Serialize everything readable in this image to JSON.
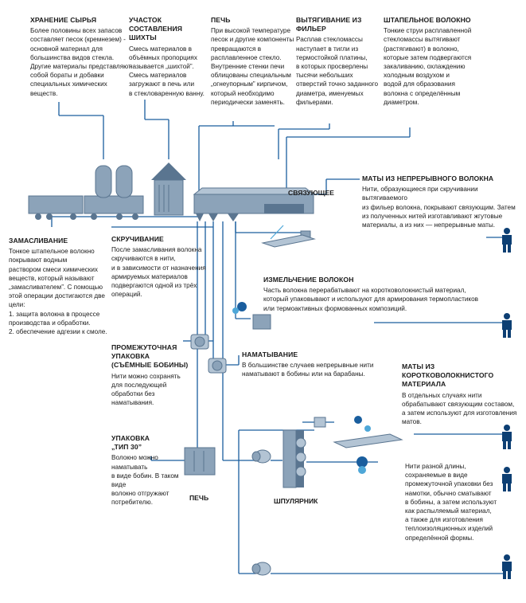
{
  "colors": {
    "line": "#1a5e9e",
    "equipment": "#8ca3b9",
    "equipment_dark": "#5a7590",
    "person": "#0d3f73",
    "accent": "#4ea7d8"
  },
  "blocks": {
    "raw_storage": {
      "title": "ХРАНЕНИЕ СЫРЬЯ",
      "text": "Более половины всех запасов\nсоставляет песок (кремнезем) -\nосновной материал для\nбольшинства видов стекла.\nДругие материалы представляют\nсобой бораты и добавки\nспециальных химических\nвеществ."
    },
    "batching": {
      "title": "УЧАСТОК СОСТАВЛЕНИЯ\nШИХТЫ",
      "text": "Смесь материалов в\nобъёмных пропорциях\nназывается „шихтой”.\nСмесь материалов\nзагружают в печь или\nв стекловаренную ванну."
    },
    "furnace_top": {
      "title": "ПЕЧЬ",
      "text": "При высокой температуре\nпесок и другие компоненты\nпревращаются в\nрасплавленное стекло.\nВнутренние стенки печи\nоблицованы специальным\n„огнеупорным” кирпичом,\nкоторый необходимо\nпериодически заменять."
    },
    "drawing": {
      "title": "ВЫТЯГИВАНИЕ ИЗ\nФИЛЬЕР",
      "text": "Расплав стекломассы\nнаступает в тигли из\nтермостойкой платины,\nв которых просверлены\nтысячи небольших\nотверстий точно заданного\nдиаметра, именуемых\nфильерами."
    },
    "staple_fiber": {
      "title": "ШТАПЕЛЬНОЕ ВОЛОКНО",
      "text": "Тонкие струи расплавленной\nстекломассы вытягивают\n(растягивают) в волокно,\nкоторые затем подвергаются\nзакаливанию, охлаждению\nхолодным воздухом и\nводой для образования\nволокна с определённым\nдиаметром."
    },
    "continuous_mats": {
      "title": "МАТЫ ИЗ НЕПРЕРЫВНОГО ВОЛОКНА",
      "text": "Нити, образующиеся при скручивании вытягиваемого\nиз фильер волокна, покрывают связующим. Затем\nиз полученных нитей изготавливают жгутовые\nматериалы, а из них — непрерывные маты."
    },
    "sizing": {
      "title": "ЗАМАСЛИВАНИЕ",
      "text": "Тонкое штапельное волокно\nпокрывают водным\nраствором смеси химических\nвеществ, который называют\n„замасливателем”. С помощью\nэтой операции достигаются две\nцели:\n1. защита волокна в процессе\nпроизводства и обработки.\n2. обеспечение адгезии к смоле."
    },
    "twisting": {
      "title": "СКРУЧИВАНИЕ",
      "text": "После замасливания волокна\nскручиваются в нити,\nи в зависимости от назначения\nармируемых материалов\nподвергаются одной из трёх\nопераций."
    },
    "chopping": {
      "title": "ИЗМЕЛЬЧЕНИЕ ВОЛОКОН",
      "text": "Часть волокна перерабатывают на коротковолокнистый материал,\nкоторый упаковывают и используют для армирования термопластиков\nили термоактивных формованных композиций."
    },
    "intermediate": {
      "title": "ПРОМЕЖУТОЧНАЯ\nУПАКОВКА\n(СЪЁМНЫЕ БОБИНЫ)",
      "text": "Нити можно сохранять\nдля последующей\nобработки без\nнаматывания."
    },
    "winding": {
      "title": "НАМАТЫВАНИЕ",
      "text": "В большинстве случаев непрерывные нити\nнаматывают в бобины или на барабаны."
    },
    "short_mats": {
      "title": "МАТЫ ИЗ КОРОТКОВОЛОКНИСТОГО\nМАТЕРИАЛА",
      "text": "В отдельных случаях нити\nобрабатывают связующим составом,\nа затем используют для изготовления\nматов."
    },
    "type30": {
      "title": "УПАКОВКА\n„ТИП 30”",
      "text": "Волокно можно наматывать\nв виде бобин. В таком виде\nволокно отгружают\nпотребителю."
    },
    "various": {
      "title": "",
      "text": "Нити разной длины,\nсохраняемые в виде\nпромежуточной упаковки без\nнамотки, обычно сматывают\nв бобины, а затем используют\nкак распыляемый материал,\nа также для изготовления\nтеплоизоляционных изделий\nопределённой формы."
    }
  },
  "labels": {
    "binder": "СВЯЗУЮЩЕЕ",
    "furnace_bottom": "ПЕЧЬ",
    "creel": "ШПУЛЯРНИК"
  }
}
